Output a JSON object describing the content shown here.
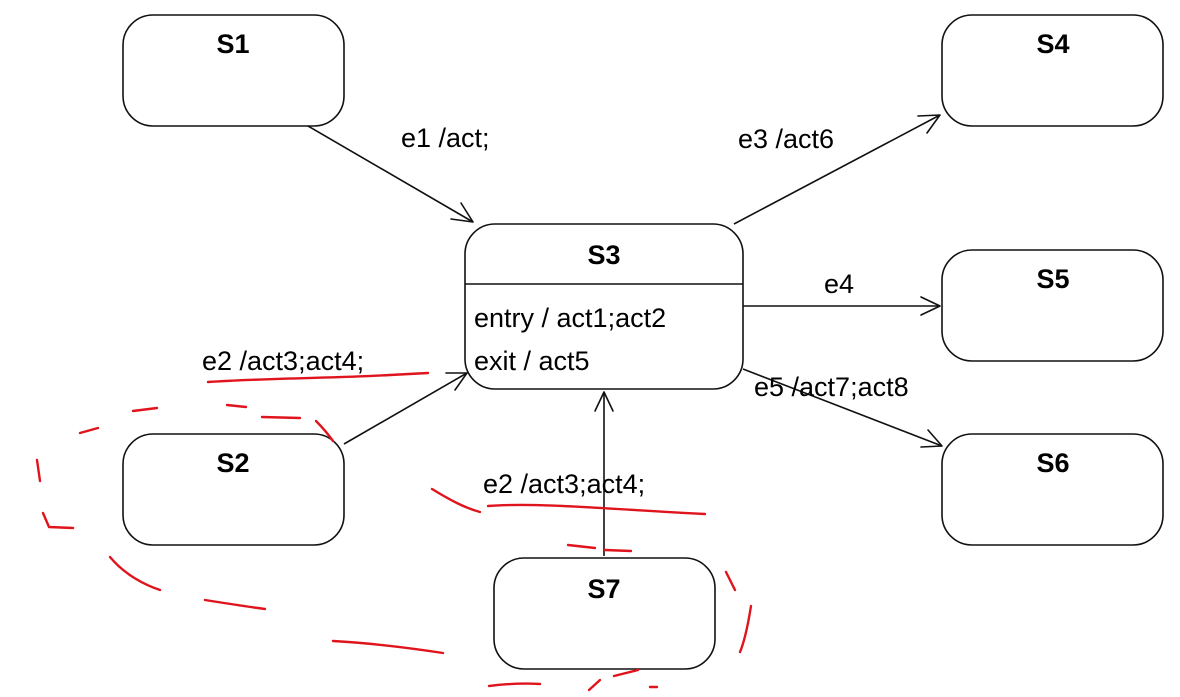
{
  "states": {
    "s1": {
      "name": "S1"
    },
    "s2": {
      "name": "S2"
    },
    "s3": {
      "name": "S3",
      "entry": "entry / act1;act2",
      "exit": "exit / act5"
    },
    "s4": {
      "name": "S4"
    },
    "s5": {
      "name": "S5"
    },
    "s6": {
      "name": "S6"
    },
    "s7": {
      "name": "S7"
    }
  },
  "transitions": {
    "s1_s3": "e1 /act;",
    "s3_s4": "e3 /act6",
    "s3_s5": "e4",
    "s3_s6": "e5 /act7;act8",
    "s2_s3": "e2 /act3;act4;",
    "s7_s3": "e2 /act3;act4;"
  },
  "annotation": {
    "color": "#e0141c"
  }
}
